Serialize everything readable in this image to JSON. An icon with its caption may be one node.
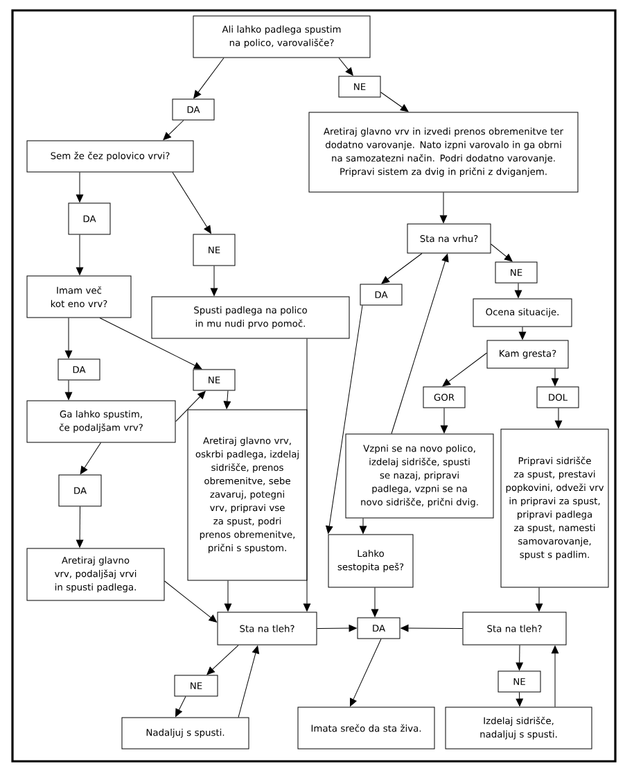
{
  "diagram": {
    "nodes": [
      {
        "text": [
          "Ali lahko padlega spustim na polico, varovališče?"
        ]
      },
      {
        "text": [
          "DA"
        ]
      },
      {
        "text": [
          "NE"
        ]
      },
      {
        "text": [
          "Sem že čez polovico vrvi?"
        ]
      },
      {
        "text": [
          "Aretiraj glavno vrv in izvedi prenos obremenitve ter dodatno varovanje. Nato izpni varovalo in ga obrni na samozatezni način. Podri dodatno varovanje. Pripravi sistem za dvig in prični z dviganjem."
        ]
      },
      {
        "text": [
          "DA"
        ]
      },
      {
        "text": [
          "NE"
        ]
      },
      {
        "text": [
          "Sta na vrhu?"
        ]
      },
      {
        "text": [
          "Imam več kot eno vrv?"
        ]
      },
      {
        "text": [
          "Spusti padlega na polico in mu nudi prvo pomoč."
        ]
      },
      {
        "text": [
          "DA"
        ]
      },
      {
        "text": [
          "NE"
        ]
      },
      {
        "text": [
          "Ocena situacije."
        ]
      },
      {
        "text": [
          "Kam gresta?"
        ]
      },
      {
        "text": [
          "DA"
        ]
      },
      {
        "text": [
          "NE"
        ]
      },
      {
        "text": [
          "Ga lahko spustim, če podaljšam vrv?"
        ]
      },
      {
        "text": [
          "GOR"
        ]
      },
      {
        "text": [
          "DOL"
        ]
      },
      {
        "text": [
          "Aretiraj glavno vrv, oskrbi padlega, izdelaj sidrišče, prenos obremenitve, sebe zavaruj, potegni vrv, pripravi vse za spust, podri prenos obremenitve, prični s spustom."
        ]
      },
      {
        "text": [
          "Vzpni se na novo polico, izdelaj sidrišče, spusti se nazaj, pripravi padlega, vzpni se na novo sidrišče, prični dvig."
        ]
      },
      {
        "text": [
          "Pripravi sidrišče za spust, prestavi popkovini, odveži vrv in pripravi za spust, pripravi padlega za spust, namesti samovarovanje, spust s padlim."
        ]
      },
      {
        "text": [
          "DA"
        ]
      },
      {
        "text": [
          "Lahko sestopita peš?"
        ]
      },
      {
        "text": [
          "Aretiraj glavno vrv, podaljšaj vrvi in spusti padlega."
        ]
      },
      {
        "text": [
          "Sta na tleh?"
        ]
      },
      {
        "text": [
          "DA"
        ]
      },
      {
        "text": [
          "Sta na tleh?"
        ]
      },
      {
        "text": [
          "NE"
        ]
      },
      {
        "text": [
          "NE"
        ]
      },
      {
        "text": [
          "Nadaljuj s spusti."
        ]
      },
      {
        "text": [
          "Imata srečo da sta živa."
        ]
      },
      {
        "text": [
          "Izdelaj sidrišče, nadaljuj s spusti."
        ]
      }
    ],
    "edges": [
      {
        "from": 0,
        "to": 1,
        "arrow": "to"
      },
      {
        "from": 0,
        "to": 2,
        "arrow": "to"
      },
      {
        "from": 1,
        "to": 3,
        "arrow": "to"
      },
      {
        "from": 2,
        "to": 4,
        "arrow": "to"
      },
      {
        "from": 3,
        "to": 5,
        "arrow": "to"
      },
      {
        "from": 3,
        "to": 6,
        "arrow": "to"
      },
      {
        "from": 6,
        "to": 9,
        "arrow": "to"
      },
      {
        "from": 5,
        "to": 8,
        "arrow": "to"
      },
      {
        "from": 4,
        "to": 7,
        "arrow": "to"
      },
      {
        "from": 7,
        "to": 10,
        "arrow": "to"
      },
      {
        "from": 7,
        "to": 11,
        "arrow": "to"
      },
      {
        "from": 11,
        "to": 12,
        "arrow": "to"
      },
      {
        "from": 12,
        "to": 13,
        "arrow": "to"
      },
      {
        "from": 13,
        "to": 17,
        "arrow": "to"
      },
      {
        "from": 13,
        "to": 18,
        "arrow": "to"
      },
      {
        "from": 8,
        "to": 14,
        "arrow": "to"
      },
      {
        "from": 8,
        "to": 15,
        "arrow": "to"
      },
      {
        "from": 16,
        "to": 15,
        "arrow": "to"
      },
      {
        "from": 14,
        "to": 16,
        "arrow": "to"
      },
      {
        "from": 15,
        "to": 19,
        "arrow": "to"
      },
      {
        "from": 16,
        "to": 22,
        "arrow": "to"
      },
      {
        "from": 22,
        "to": 24,
        "arrow": "to"
      },
      {
        "from": 17,
        "to": 20,
        "arrow": "to"
      },
      {
        "from": 18,
        "to": 21,
        "arrow": "to"
      },
      {
        "from": 10,
        "to": 23,
        "arrow": "to"
      },
      {
        "from": 20,
        "to": 7,
        "arrow": "to"
      },
      {
        "from": 20,
        "to": 23,
        "arrow": "to"
      },
      {
        "from": 9,
        "to": 25,
        "arrow": "to"
      },
      {
        "from": 19,
        "to": 25,
        "arrow": "to"
      },
      {
        "from": 24,
        "to": 25,
        "arrow": "to"
      },
      {
        "from": 25,
        "to": 26,
        "arrow": "to"
      },
      {
        "from": 23,
        "to": 26,
        "arrow": "to"
      },
      {
        "from": 27,
        "to": 26,
        "arrow": "to"
      },
      {
        "from": 21,
        "to": 27,
        "arrow": "to"
      },
      {
        "from": 25,
        "to": 28,
        "arrow": "to"
      },
      {
        "from": 28,
        "to": 30,
        "arrow": "to"
      },
      {
        "from": 30,
        "to": 25,
        "arrow": "to"
      },
      {
        "from": 26,
        "to": 31,
        "arrow": "to"
      },
      {
        "from": 27,
        "to": 29,
        "arrow": "to"
      },
      {
        "from": 29,
        "to": 32,
        "arrow": "to"
      },
      {
        "from": 32,
        "to": 27,
        "arrow": "to"
      }
    ]
  }
}
